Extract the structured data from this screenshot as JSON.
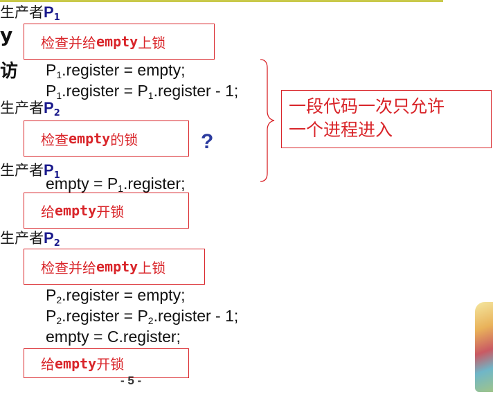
{
  "slide": {
    "producer_label": "生产者",
    "p_letter": "P",
    "edge_char_1": "y",
    "edge_char_2": "访",
    "blocks": [
      {
        "producer_sub": "1"
      },
      {
        "producer_sub": "2"
      },
      {
        "producer_sub": "1"
      },
      {
        "producer_sub": "2"
      }
    ],
    "box_lock_prefix": "检查并给",
    "box_lock_mono": "empty",
    "box_lock_suffix": "上锁",
    "box_check_prefix": "检查",
    "box_check_mono": "empty",
    "box_check_suffix": "的锁",
    "box_unlock_prefix": "给",
    "box_unlock_mono": "empty",
    "box_unlock_suffix": "开锁",
    "code": {
      "reg_empty_suffix": ".register = empty;",
      "reg_dec_mid": ".register = ",
      "reg_dec_suffix": ".register - 1;",
      "empty_assign_prefix": "empty = ",
      "empty_assign_suffix": ".register;",
      "c_register": "empty = C.register;",
      "sub_1": "1",
      "sub_2": "2"
    },
    "question_mark": "?",
    "note_line_1": "一段代码一次只允许",
    "note_line_2": "一个进程进入",
    "page_number": "- 5 -",
    "colors": {
      "accent_red": "#d9252a",
      "producer_blue": "#1a1a8c",
      "question_blue": "#2b3b9e"
    }
  }
}
